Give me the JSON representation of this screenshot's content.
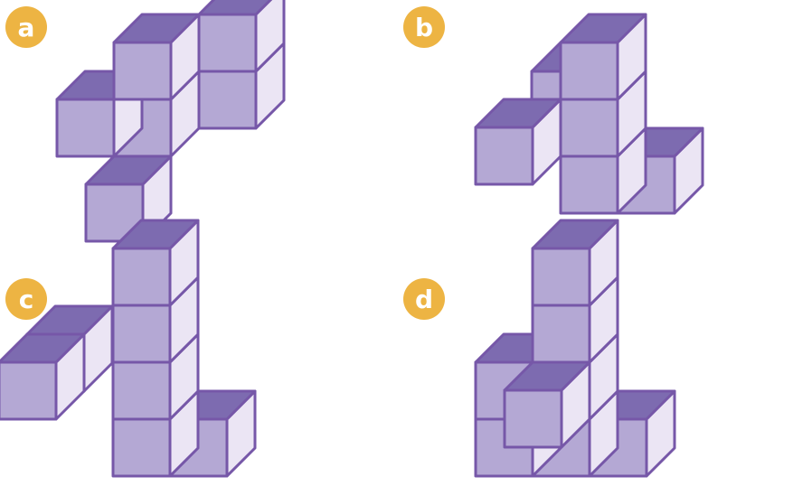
{
  "colors": {
    "badge": "#EDB443",
    "cube_front": "#B4A8D4",
    "cube_top": "#7D6BB0",
    "cube_side": "#EBE5F4",
    "cube_edge": "#7657A8"
  },
  "options": [
    {
      "label": "a",
      "cube_count": 6
    },
    {
      "label": "b",
      "cube_count": 6
    },
    {
      "label": "c",
      "cube_count": 7
    },
    {
      "label": "d",
      "cube_count": 8
    }
  ]
}
